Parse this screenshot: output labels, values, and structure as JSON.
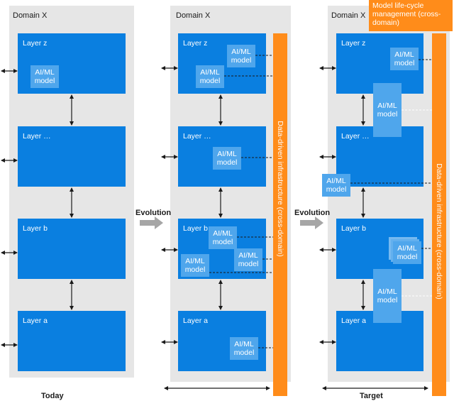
{
  "domain_label": "Domain X",
  "layers": {
    "z": "Layer z",
    "mid": "Layer …",
    "b": "Layer b",
    "a": "Layer a"
  },
  "model_label_line1": "AI/ML",
  "model_label_line2": "model",
  "evolution_label": "Evolution",
  "infra_label": "Data-driven infrastructure (cross-domain)",
  "lifecycle_label": "Model life-cycle management (cross-domain)",
  "captions": {
    "today": "Today",
    "target": "Target"
  },
  "colors": {
    "layer": "#0a7fe0",
    "model": "#4fa6ec",
    "orange": "#ff8c1a",
    "panel": "#e6e6e6"
  }
}
